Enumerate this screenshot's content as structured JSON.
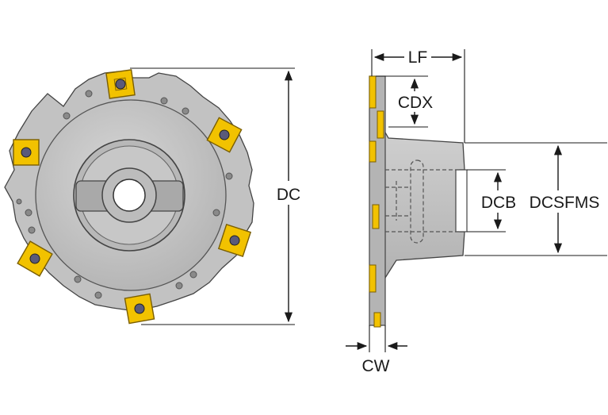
{
  "labels": {
    "lf": "LF",
    "cdx": "CDX",
    "dc": "DC",
    "dcb": "DCB",
    "dcsfms": "DCSFMS",
    "cw": "CW"
  },
  "colors": {
    "body": "#c4c4c4",
    "body_dark": "#8f8f8f",
    "insert": "#f2c200",
    "insert_edge": "#7a5e00",
    "line": "#1a1a1a"
  },
  "icons": {
    "insert": "square-carbide-insert",
    "screw": "torx-screw"
  }
}
